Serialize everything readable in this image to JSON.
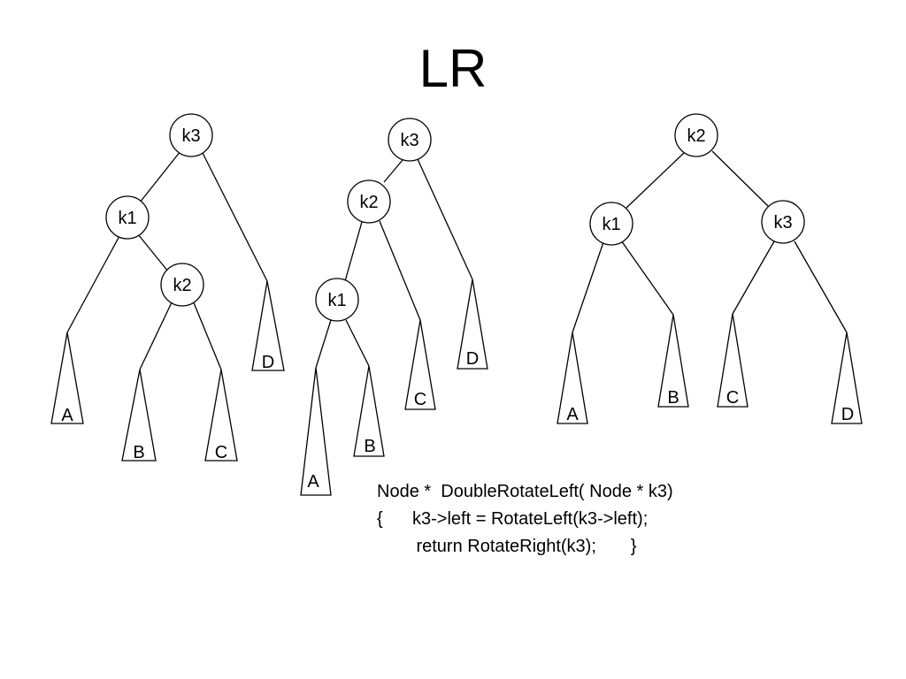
{
  "slide": {
    "title": "LR"
  },
  "trees": [
    {
      "nodes": [
        {
          "id": "t1-k3",
          "label": "k3"
        },
        {
          "id": "t1-k1",
          "label": "k1"
        },
        {
          "id": "t1-k2",
          "label": "k2"
        }
      ],
      "subtrees": [
        {
          "id": "t1-A",
          "label": "A"
        },
        {
          "id": "t1-B",
          "label": "B"
        },
        {
          "id": "t1-C",
          "label": "C"
        },
        {
          "id": "t1-D",
          "label": "D"
        }
      ]
    },
    {
      "nodes": [
        {
          "id": "t2-k3",
          "label": "k3"
        },
        {
          "id": "t2-k2",
          "label": "k2"
        },
        {
          "id": "t2-k1",
          "label": "k1"
        }
      ],
      "subtrees": [
        {
          "id": "t2-A",
          "label": "A"
        },
        {
          "id": "t2-B",
          "label": "B"
        },
        {
          "id": "t2-C",
          "label": "C"
        },
        {
          "id": "t2-D",
          "label": "D"
        }
      ]
    },
    {
      "nodes": [
        {
          "id": "t3-k2",
          "label": "k2"
        },
        {
          "id": "t3-k1",
          "label": "k1"
        },
        {
          "id": "t3-k3",
          "label": "k3"
        }
      ],
      "subtrees": [
        {
          "id": "t3-A",
          "label": "A"
        },
        {
          "id": "t3-B",
          "label": "B"
        },
        {
          "id": "t3-C",
          "label": "C"
        },
        {
          "id": "t3-D",
          "label": "D"
        }
      ]
    }
  ],
  "code": {
    "lines": [
      "Node *  DoubleRotateLeft( Node * k3)",
      "{      k3->left = RotateLeft(k3->left);",
      "        return RotateRight(k3);       }"
    ]
  }
}
